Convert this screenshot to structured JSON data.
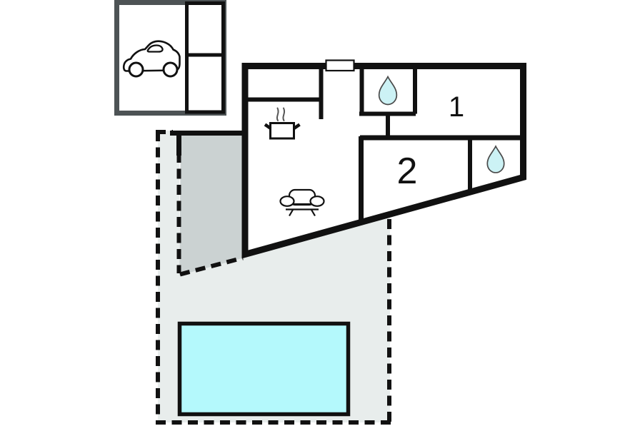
{
  "plan": {
    "type": "floor-plan",
    "room1_label": "1",
    "room2_label": "2"
  },
  "icons": {
    "garage": "car-icon",
    "kitchen": "stove-icon",
    "living_room": "sofa-icon",
    "bathroom1": "water-drop-icon",
    "bathroom2": "water-drop-icon"
  },
  "colors": {
    "wall": "#111111",
    "garage_border": "#4d5355",
    "plot_fill": "#e8edec",
    "terrace_fill": "#cbd2d2",
    "pool_fill": "#b4f9fc",
    "drop_fill": "#ccf2f5",
    "drop_stroke": "#4a4a4a",
    "background": "#ffffff"
  }
}
